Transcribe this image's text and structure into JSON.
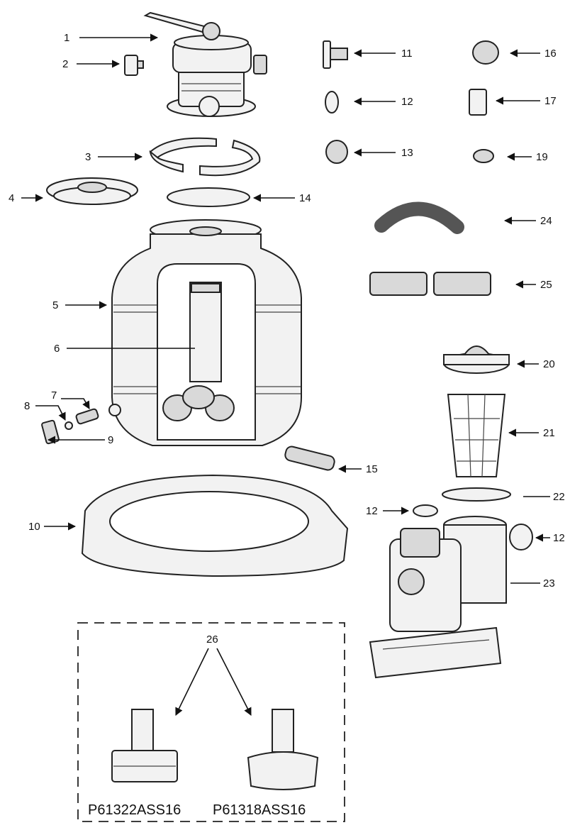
{
  "callouts": [
    "1",
    "2",
    "3",
    "4",
    "5",
    "6",
    "7",
    "8",
    "9",
    "10",
    "11",
    "12",
    "13",
    "14",
    "15",
    "16",
    "17",
    "19",
    "20",
    "21",
    "22",
    "23",
    "24",
    "25",
    "26"
  ],
  "models": {
    "left": "P61322ASS16",
    "right": "P61318ASS16"
  }
}
